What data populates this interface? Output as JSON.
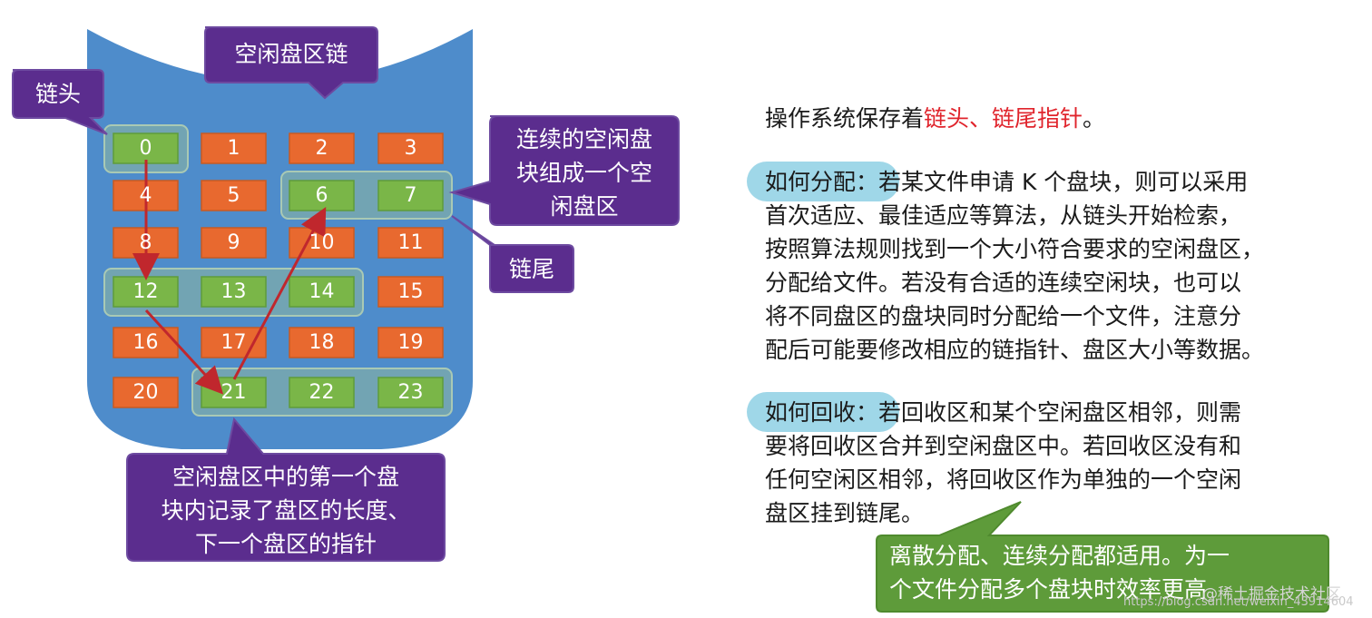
{
  "diagram": {
    "title_callout": "空闲盘区链",
    "head_callout": "链头",
    "tail_callout": "链尾",
    "contiguous_callout": [
      "连续的空闲盘",
      "块组成一个空",
      "闲盘区"
    ],
    "first_block_callout": [
      "空闲盘区中的第一个盘",
      "块内记录了盘区的长度、",
      "下一个盘区的指针"
    ],
    "blocks": [
      "0",
      "1",
      "2",
      "3",
      "4",
      "5",
      "6",
      "7",
      "8",
      "9",
      "10",
      "11",
      "12",
      "13",
      "14",
      "15",
      "16",
      "17",
      "18",
      "19",
      "20",
      "21",
      "22",
      "23"
    ],
    "free_blocks": [
      "0",
      "6",
      "7",
      "12",
      "13",
      "14",
      "21",
      "22",
      "23"
    ],
    "free_color": "#7ab648",
    "used_color": "#e8692f",
    "disk_color": "#4e8ccb",
    "callout_color": "#5b2d8e"
  },
  "text": {
    "line1_prefix": "操作系统保存着",
    "line1_red": "链头、链尾指针",
    "line1_suffix": "。",
    "alloc_label": "如何分配：",
    "alloc_lines": [
      "若某文件申请 K 个盘块，则可以采用",
      "首次适应、最佳适应等算法，从链头开始检索，",
      "按照算法规则找到一个大小符合要求的空闲盘区，",
      "分配给文件。若没有合适的连续空闲块，也可以",
      "将不同盘区的盘块同时分配给一个文件，注意分",
      "配后可能要修改相应的链指针、盘区大小等数据。"
    ],
    "recycle_label": "如何回收：",
    "recycle_lines": [
      "若回收区和某个空闲盘区相邻，则需",
      "要将回收区合并到空闲盘区中。若回收区没有和",
      "任何空闲区相邻，将回收区作为单独的一个空闲",
      "盘区挂到链尾。"
    ],
    "note_lines": [
      "离散分配、连续分配都适用。为一",
      "个文件分配多个盘块时效率更高"
    ],
    "note_color": "#5e9b3a"
  },
  "watermark": "https://blog.csdn.net/weixin_43914604",
  "watermark2": "@稀土掘金技术社区"
}
